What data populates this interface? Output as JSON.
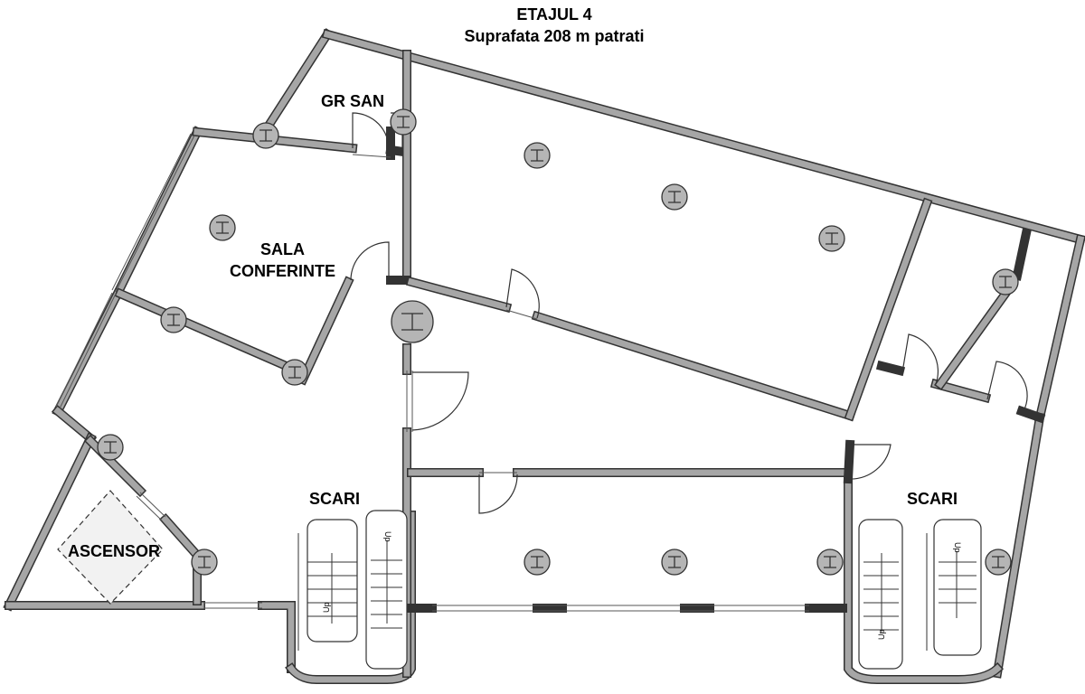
{
  "floor_title": "ETAJUL 4",
  "floor_area": "Suprafata 208 m patrati",
  "rooms": {
    "gr_san": "GR SAN",
    "sala_line1": "SALA",
    "sala_line2": "CONFERINTE",
    "scari_left": "SCARI",
    "scari_right": "SCARI",
    "ascensor": "ASCENSOR"
  },
  "stair_up_label": "Up",
  "colors": {
    "wall_fill": "#a6a6a6",
    "wall_stroke": "#333333",
    "column_fill": "#b5b5b5",
    "elevator_fill": "#f2f2f2"
  }
}
